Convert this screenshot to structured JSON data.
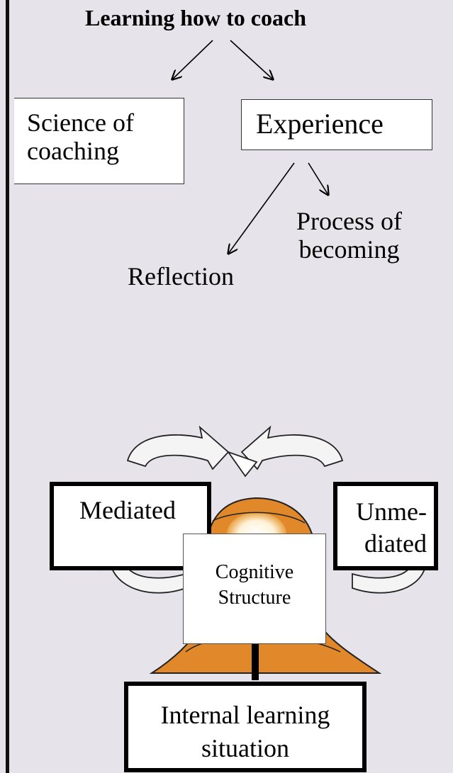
{
  "top": {
    "title": "Learning how to coach",
    "science": [
      "Science of",
      "coaching"
    ],
    "experience": "Experience",
    "process": [
      "Process of",
      "becoming"
    ],
    "reflection": "Reflection"
  },
  "bottom": {
    "mediated": "Mediated",
    "unmediated": [
      "Unme-",
      "diated"
    ],
    "cognitive": [
      "Cognitive",
      "Structure"
    ],
    "internal": [
      "Internal learning",
      "situation"
    ]
  }
}
